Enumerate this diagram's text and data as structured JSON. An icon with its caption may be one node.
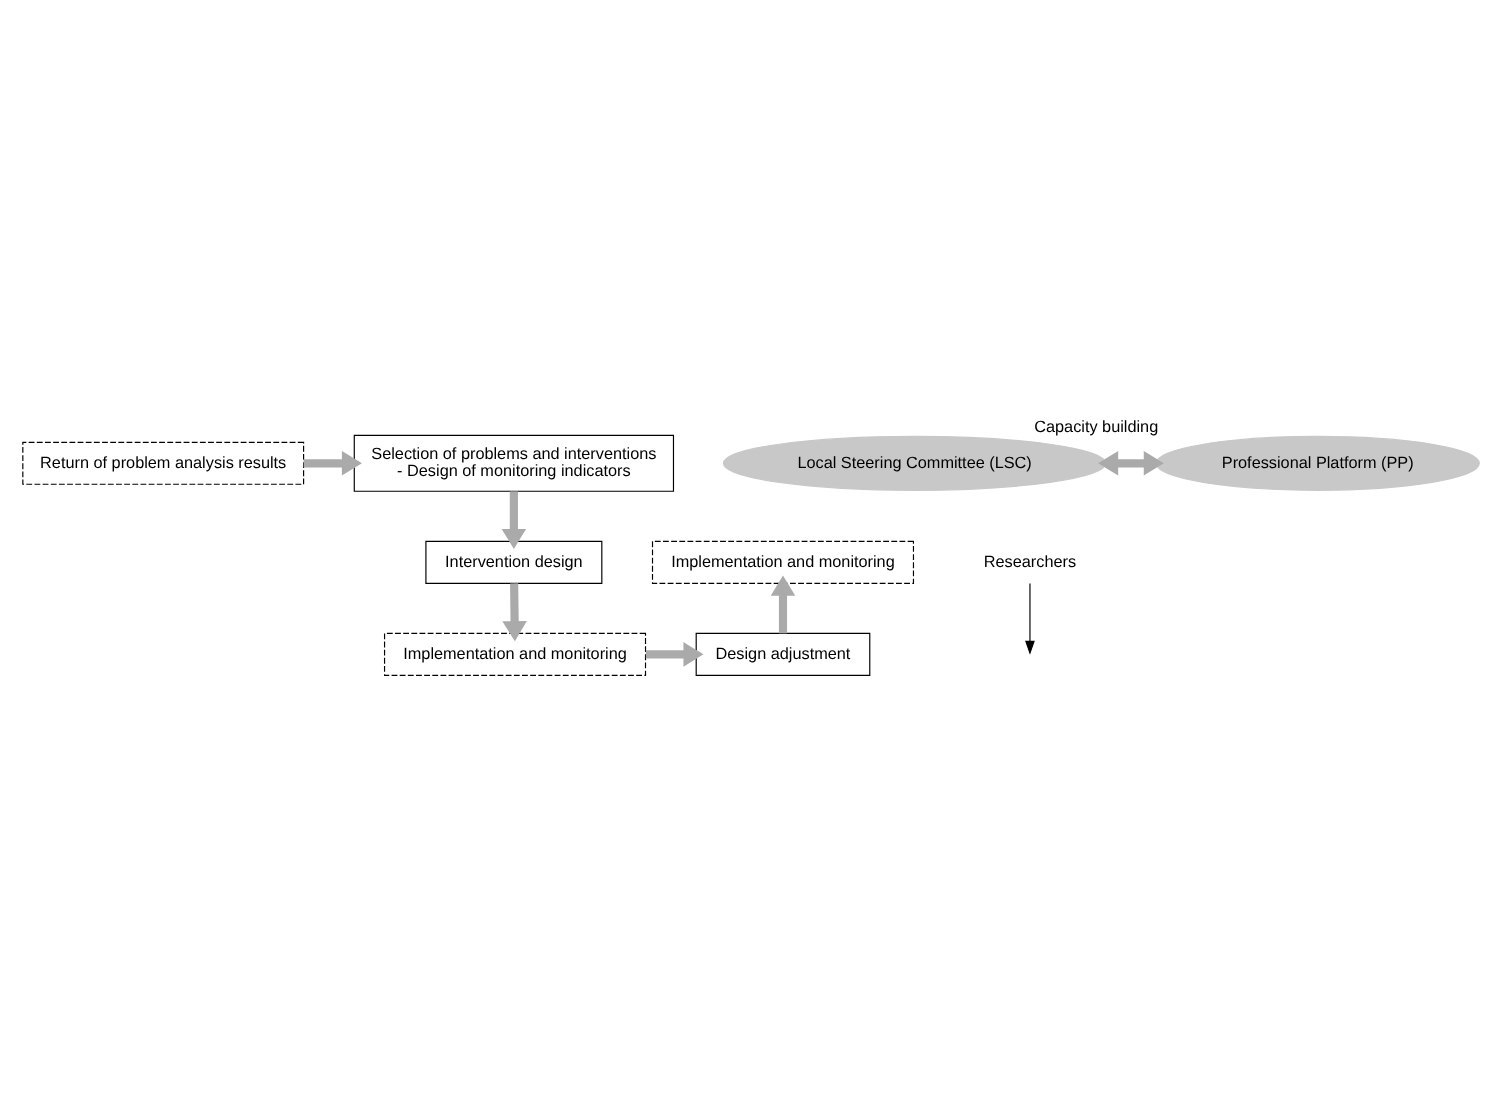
{
  "diagram": {
    "nodes": [
      {
        "text": [
          "Return of problem analysis results"
        ]
      },
      {
        "text": [
          "Selection of problems and interventions",
          "- Design of monitoring indicators"
        ]
      },
      {
        "text": [
          "Intervention design"
        ]
      },
      {
        "text": [
          "Implementation and monitoring"
        ]
      },
      {
        "text": [
          "Researchers"
        ]
      },
      {
        "text": [
          "Local Steering Committee (LSC)"
        ]
      },
      {
        "text": [
          "Professional Platform (PP)"
        ],
        "beside": [
          "Capacity building"
        ]
      },
      {
        "text": [
          "Design adjustment"
        ]
      },
      {
        "text": [
          "Implementation and monitoring"
        ]
      }
    ],
    "edges": [
      {
        "from": 0,
        "to": 1,
        "arrow": "to"
      },
      {
        "from": 1,
        "to": 2,
        "arrow": "to"
      },
      {
        "from": 2,
        "to": 8,
        "arrow": "to"
      },
      {
        "from": 8,
        "to": 7,
        "arrow": "to"
      },
      {
        "from": 7,
        "to": 3,
        "arrow": "to"
      },
      {
        "from": 5,
        "to": 6,
        "arrow": "both"
      },
      {
        "from": 4,
        "to": null,
        "arrow": "to",
        "color": "#000000"
      }
    ]
  }
}
